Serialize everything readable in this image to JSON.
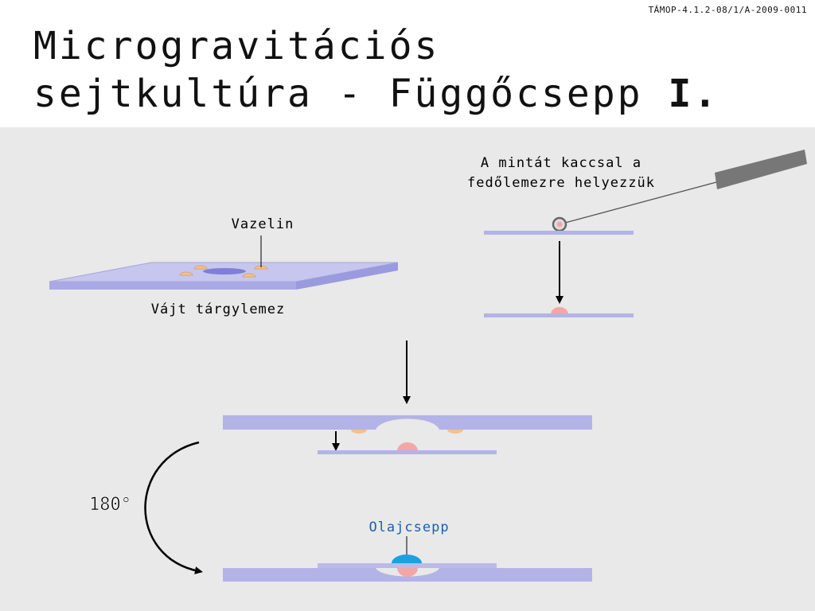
{
  "header": {
    "project_code": "TÁMOP-4.1.2-08/1/A-2009-0011",
    "title_line1": "Microgravitációs",
    "title_line2": "sejtkultúra - Függőcsepp ",
    "title_suffix": "I."
  },
  "labels": {
    "vazelin": "Vazelin",
    "slide": "Vájt tárgylemez",
    "loop_line1": "A mintát kaccsal a",
    "loop_line2": "fedőlemezre helyezzük",
    "rotation": "180°",
    "oil_drop": "Olajcsepp"
  },
  "colors": {
    "panel_bg": "#e8e9e8",
    "slide_fill": "#b3b3e8",
    "droplet": "#f4a6a6",
    "vaseline": "#f5c08c",
    "oil": "#1ba1e2",
    "oil_label": "#1a5fb4"
  }
}
